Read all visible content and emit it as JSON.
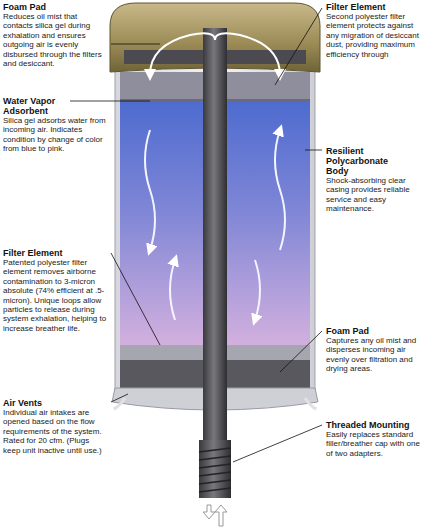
{
  "diagram": {
    "labels": [
      "Foam Pad",
      "Reduces oil mist that contacts silica gel during exhalation and ensures outgoing air is evenly disbursed through the filters and desiccant.",
      "Water Vapor Adsorbent",
      "Silica gel adsorbs water from incoming air. Indicates condition by change of color from blue to pink.",
      "Filter Element",
      "Patented polyester filter element removes airborne contamination to 3-micron absolute (74% efficient at .5-micron). Unique loops allow particles to release during system exhalation, helping to increase breather life.",
      "Air Vents",
      "Individual air intakes are opened based on the flow requirements of the system. Rated for 20 cfm. (Plugs keep unit inactive until use.)",
      "Filter Element",
      "Second polyester filter element protects against any migration of desiccant dust, providing maximum efficiency through",
      "Resilient Polycarbonate Body",
      "Shock-absorbing clear casing provides reliable service and easy maintenance.",
      "Foam Pad",
      "Captures any oil mist and disperses incoming air evenly over filtration and drying areas.",
      "Threaded Mounting",
      "Easily replaces standard filler/breather cap with one of two adapters."
    ]
  }
}
